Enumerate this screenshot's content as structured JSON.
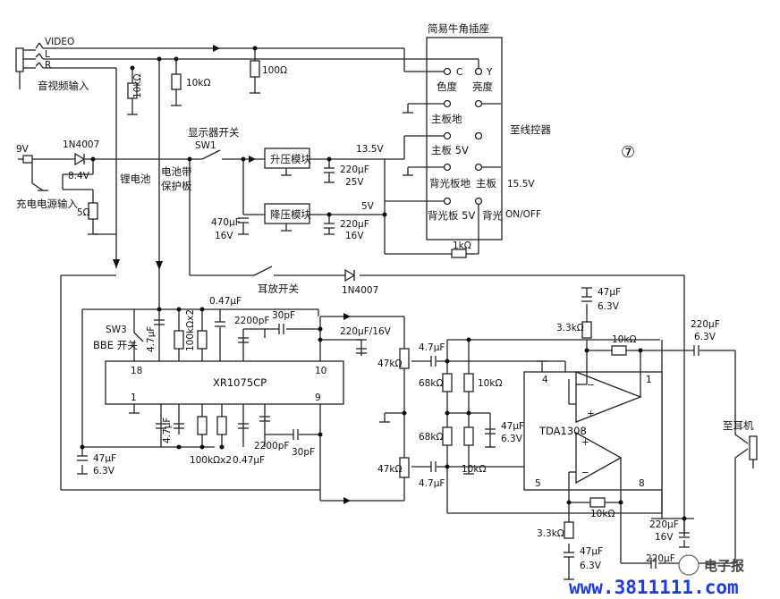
{
  "inputs": {
    "video": "VIDEO",
    "l": "L",
    "r": "R",
    "av_input": "音视频输入",
    "volt_9v": "9V",
    "charge_input": "充电电源输入"
  },
  "components": {
    "r_10k_a": "10kΩ",
    "r_10k_b": "10kΩ",
    "r_100": "100Ω",
    "d1": "1N4007",
    "v84": "8.4V",
    "r_5": "5Ω",
    "li_batt": "锂电池",
    "protect": "电池带\n保护板",
    "disp_sw": "显示器开关",
    "sw1": "SW1",
    "boost": "升压模块",
    "buck": "降压模块",
    "v135": "13.5V",
    "v5": "5V",
    "c_220_25": "220μF",
    "c_220_25v": "25V",
    "c_220_16": "220μF",
    "c_220_16v": "16V",
    "c_470": "470μF",
    "c_470v": "16V",
    "r_1k": "1kΩ",
    "ear_sw": "耳放开关",
    "d2": "1N4007",
    "sw3": "SW3",
    "bbe": "BBE 开关",
    "c_047_a": "0.47μF",
    "c_47": "4.7μF",
    "r_100k2_a": "100kΩx2",
    "c_2200_a": "2200pF",
    "c_30_a": "30pF",
    "c_220_16b": "220μF/16V",
    "ic1": "XR1075CP",
    "p18": "18",
    "p10": "10",
    "p1": "1",
    "p9": "9",
    "c_47b": "4.7μF",
    "r_100k2_b": "100kΩx2",
    "c_047_b": "0.47μF",
    "c_2200_b": "2200pF",
    "c_30_b": "30pF",
    "c_47u": "47μF",
    "c_47u_v": "6.3V",
    "pot1": "47kΩ",
    "pot2": "47kΩ",
    "c_47c": "4.7μF",
    "c_47d": "4.7μF",
    "r_68a": "68kΩ",
    "r_68b": "68kΩ",
    "r_10k_c": "10kΩ",
    "r_10k_d": "10kΩ",
    "c_47u_b": "47μF",
    "c_47u_bv": "6.3V",
    "c_47u_c": "47μF",
    "c_47u_cv": "6.3V",
    "r_33k_a": "3.3kΩ",
    "r_10k_e": "10kΩ",
    "c_220_63": "220μF",
    "c_220_63v": "6.3V",
    "ic2": "TDA1308",
    "p4": "4",
    "p1b": "1",
    "p5": "5",
    "p8": "8",
    "r_33k_b": "3.3kΩ",
    "r_10k_f": "10kΩ",
    "c_47u_d": "47μF",
    "c_47u_dv": "6.3V",
    "c_220_16c": "220μF",
    "c_220_16cv": "16V",
    "c_220_last": "220μF",
    "headphone": "至耳机"
  },
  "connector": {
    "title": "简易牛角插座",
    "c": "C",
    "y": "Y",
    "chroma": "色度",
    "luma": "亮度",
    "mb_gnd": "主板地",
    "mb_5v": "主板 5V",
    "bl_gnd": "背光板地",
    "mainboard": "主板",
    "bl_5v": "背光板 5V",
    "backlight": "背光",
    "to_ctrl": "至线控器",
    "v155": "15.5V",
    "onoff": "ON/OFF"
  },
  "figure_no": "⑦",
  "watermark": {
    "brand": "电子报",
    "url": "www.3811111.com"
  }
}
